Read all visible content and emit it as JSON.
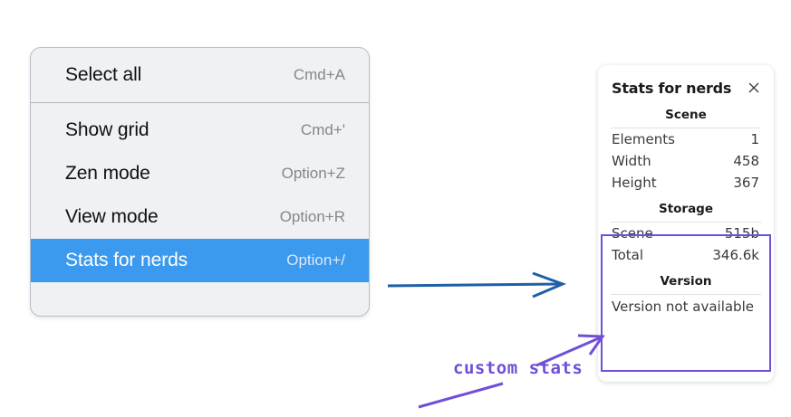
{
  "context_menu": {
    "groups": [
      {
        "items": [
          {
            "label": "Select all",
            "shortcut": "Cmd+A",
            "selected": false
          }
        ]
      },
      {
        "items": [
          {
            "label": "Show grid",
            "shortcut": "Cmd+'",
            "selected": false
          },
          {
            "label": "Zen mode",
            "shortcut": "Option+Z",
            "selected": false
          },
          {
            "label": "View mode",
            "shortcut": "Option+R",
            "selected": false
          },
          {
            "label": "Stats for nerds",
            "shortcut": "Option+/",
            "selected": true
          }
        ]
      }
    ],
    "highlight_color": "#3b99ee"
  },
  "stats_panel": {
    "title": "Stats for nerds",
    "close_icon": "close-icon",
    "sections": [
      {
        "heading": "Scene",
        "rows": [
          {
            "key": "Elements",
            "value": "1"
          },
          {
            "key": "Width",
            "value": "458"
          },
          {
            "key": "Height",
            "value": "367"
          }
        ]
      },
      {
        "heading": "Storage",
        "rows": [
          {
            "key": "Scene",
            "value": "515b"
          },
          {
            "key": "Total",
            "value": "346.6k"
          }
        ]
      },
      {
        "heading": "Version",
        "single_line": "Version not available"
      }
    ]
  },
  "annotations": {
    "custom_stats_label": "custom stats",
    "highlight_box_color": "#6f4fd8",
    "blue_arrow_color": "#1f5fa8",
    "purple_arrow_color": "#6f4fd8"
  }
}
